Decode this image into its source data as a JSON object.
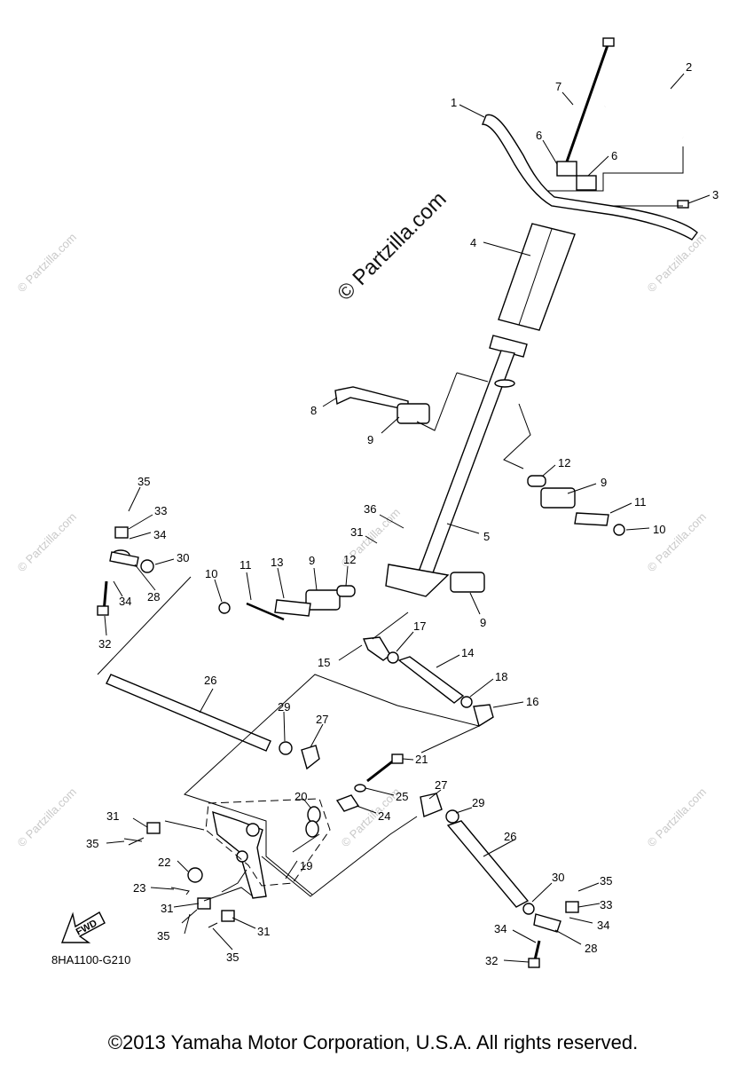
{
  "watermark": {
    "main": "© Partzilla.com",
    "faint": "© Partzilla.com"
  },
  "diagram_code": "8HA1100-G210",
  "fwd_label": "FWD",
  "copyright": "©2013 Yamaha Motor Corporation, U.S.A. All rights reserved.",
  "callouts": [
    "1",
    "2",
    "3",
    "4",
    "5",
    "6",
    "6",
    "7",
    "8",
    "9",
    "9",
    "9",
    "9",
    "10",
    "10",
    "11",
    "11",
    "12",
    "12",
    "13",
    "14",
    "15",
    "16",
    "17",
    "18",
    "19",
    "20",
    "21",
    "22",
    "23",
    "24",
    "25",
    "26",
    "26",
    "27",
    "27",
    "28",
    "28",
    "29",
    "29",
    "30",
    "30",
    "31",
    "31",
    "31",
    "31",
    "32",
    "32",
    "33",
    "33",
    "34",
    "34",
    "34",
    "34",
    "35",
    "35",
    "35",
    "35",
    "35",
    "36"
  ]
}
